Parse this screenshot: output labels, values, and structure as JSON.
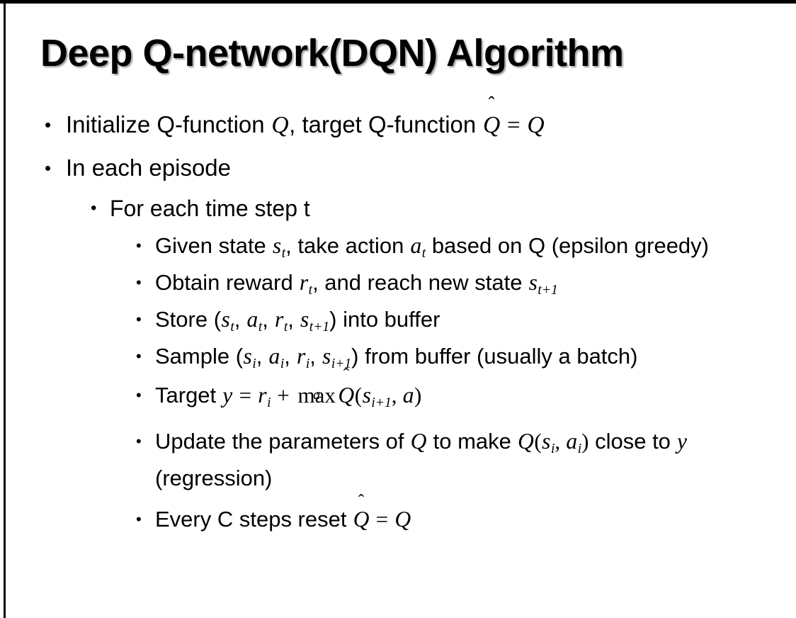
{
  "slide": {
    "title": "Deep Q-network(DQN) Algorithm",
    "background_color": "#ffffff",
    "text_color": "#000000",
    "bullet_marker": "•"
  },
  "content": {
    "b1": {
      "level": 1,
      "pre": "Initialize Q-function ",
      "m1": "Q",
      "mid": ", target Q-function ",
      "m2": "Q",
      "hat": "̂",
      "eq": "=",
      "m3": "Q",
      "plain_text": "Initialize Q-function Q, target Q-function Q̂ = Q"
    },
    "b2": {
      "level": 1,
      "text": "In each episode"
    },
    "b3": {
      "level": 2,
      "text": "For each time step t"
    },
    "b4": {
      "level": 3,
      "pre": "Given state ",
      "v1": "s",
      "s1": "t",
      "mid": ", take action ",
      "v2": "a",
      "s2": "t",
      "post": " based on Q (epsilon greedy)",
      "plain_text": "Given state s_t, take action a_t based on Q (epsilon greedy)"
    },
    "b5": {
      "level": 3,
      "pre": "Obtain reward ",
      "v1": "r",
      "s1": "t",
      "mid": ", and reach new state ",
      "v2": "s",
      "s2": "t+1",
      "plain_text": "Obtain reward r_t, and reach new state s_{t+1}"
    },
    "b6": {
      "level": 3,
      "pre": "Store (",
      "v1": "s",
      "s1": "t",
      "c1": ", ",
      "v2": "a",
      "s2": "t",
      "c2": ", ",
      "v3": "r",
      "s3": "t",
      "c3": ", ",
      "v4": "s",
      "s4": "t+1",
      "post": ") into buffer",
      "plain_text": "Store (s_t, a_t, r_t, s_{t+1}) into buffer"
    },
    "b7": {
      "level": 3,
      "pre": "Sample (",
      "v1": "s",
      "s1": "i",
      "c1": ", ",
      "v2": "a",
      "s2": "i",
      "c2": ", ",
      "v3": "r",
      "s3": "i",
      "c3": ", ",
      "v4": "s",
      "s4": "i+1",
      "post": ") from buffer (usually a batch)",
      "plain_text": "Sample (s_i, a_i, r_i, s_{i+1}) from buffer (usually a batch)"
    },
    "b8": {
      "level": 3,
      "pre": "Target ",
      "y": "y",
      "eq": "=",
      "r": "r",
      "rsub": "i",
      "plus": "+",
      "maxop": "max",
      "maxlim": "a",
      "qhat": "Q",
      "hat": "̂",
      "open": "(",
      "sv": "s",
      "ssub": "i+1",
      "comma": ", ",
      "av": "a",
      "close": ")",
      "plain_text": "Target y = r_i + max_a Q̂(s_{i+1}, a)"
    },
    "b9": {
      "level": 3,
      "pre": "Update the parameters of ",
      "q1": "Q",
      "mid": " to make ",
      "q2": "Q",
      "open": "(",
      "sv": "s",
      "ssub": "i",
      "comma": ", ",
      "av": "a",
      "asub": "i",
      "close": ")",
      "post": " close to ",
      "yv": "y",
      "tail": " (regression)",
      "plain_text": "Update the parameters of Q to make Q(s_i, a_i) close to y (regression)"
    },
    "b10": {
      "level": 3,
      "pre": "Every C steps reset ",
      "q1": "Q",
      "hat": "̂",
      "eq": "=",
      "q2": "Q",
      "plain_text": "Every C steps reset Q̂ = Q"
    }
  }
}
